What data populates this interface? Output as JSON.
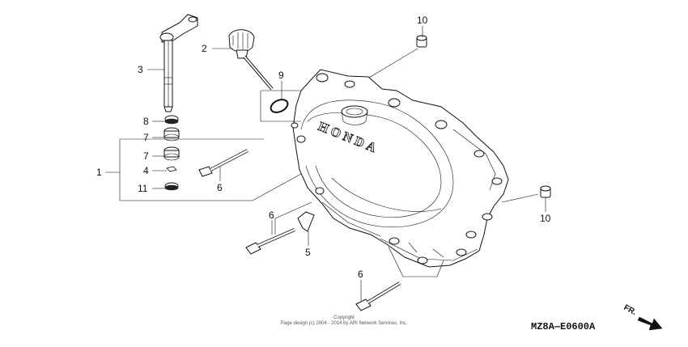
{
  "callouts": {
    "c1": "1",
    "c2": "2",
    "c3": "3",
    "c4": "4",
    "c5": "5",
    "c6a": "6",
    "c6b": "6",
    "c6c": "6",
    "c7a": "7",
    "c7b": "7",
    "c8": "8",
    "c9": "9",
    "c10a": "10",
    "c10b": "10",
    "c11": "11"
  },
  "footer": {
    "copyright_line1": "Copyright",
    "copyright_line2": "Page design (c) 2004 - 2014 by ARI Network Services, Inc.",
    "diagram_code": "MZ8A—E0600A",
    "direction": "FR."
  },
  "labels": {
    "brand": "HONDA"
  }
}
